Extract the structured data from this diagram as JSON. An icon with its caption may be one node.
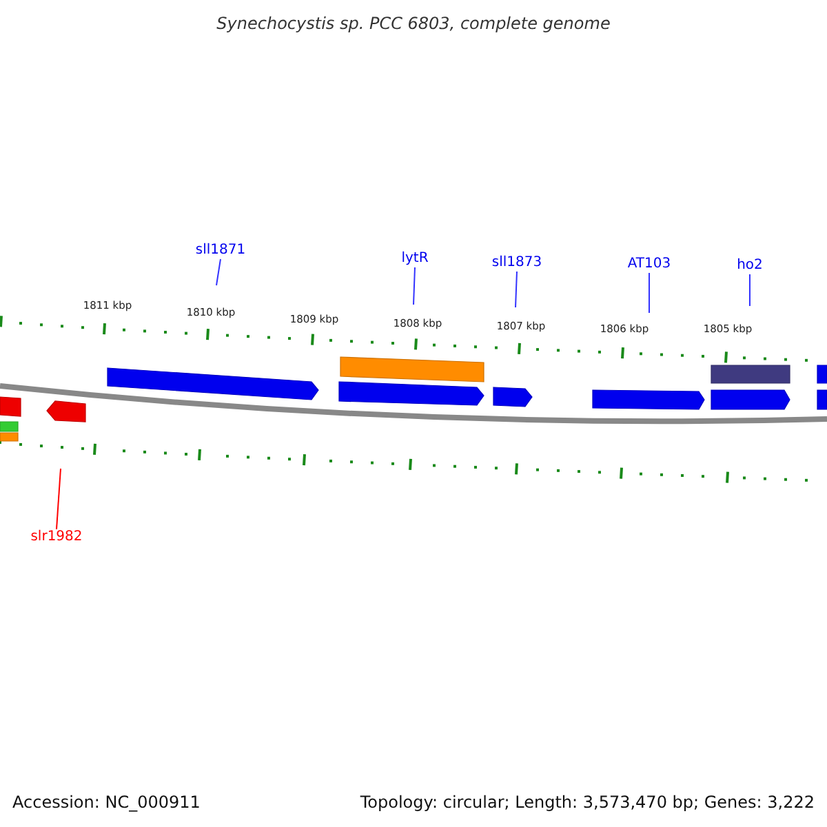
{
  "diagram": {
    "title": "Synechocystis sp. PCC 6803, complete genome",
    "nodes": [
      {
        "text": [
          "sll1871"
        ]
      },
      {
        "text": [
          "lytR"
        ]
      },
      {
        "text": [
          "sll1873"
        ]
      },
      {
        "text": [
          "AT103"
        ]
      },
      {
        "text": [
          "ho2"
        ]
      },
      {
        "text": [
          "slr1982"
        ]
      }
    ],
    "edges": [
      {
        "from": 0,
        "to": null,
        "arrow": "none"
      },
      {
        "from": 1,
        "to": null,
        "arrow": "none"
      },
      {
        "from": 2,
        "to": null,
        "arrow": "none"
      },
      {
        "from": 3,
        "to": null,
        "arrow": "none"
      },
      {
        "from": 4,
        "to": null,
        "arrow": "none"
      },
      {
        "from": 5,
        "to": null,
        "arrow": "none",
        "color": "#ff0000"
      }
    ],
    "labels": [
      "1811 kbp",
      "1810 kbp",
      "1809 kbp",
      "1808 kbp",
      "1807 kbp",
      "1806 kbp",
      "1805 kbp",
      "Accession: NC_000911",
      "Topology: circular; Length: 3,573,470 bp; Genes: 3,222"
    ]
  }
}
